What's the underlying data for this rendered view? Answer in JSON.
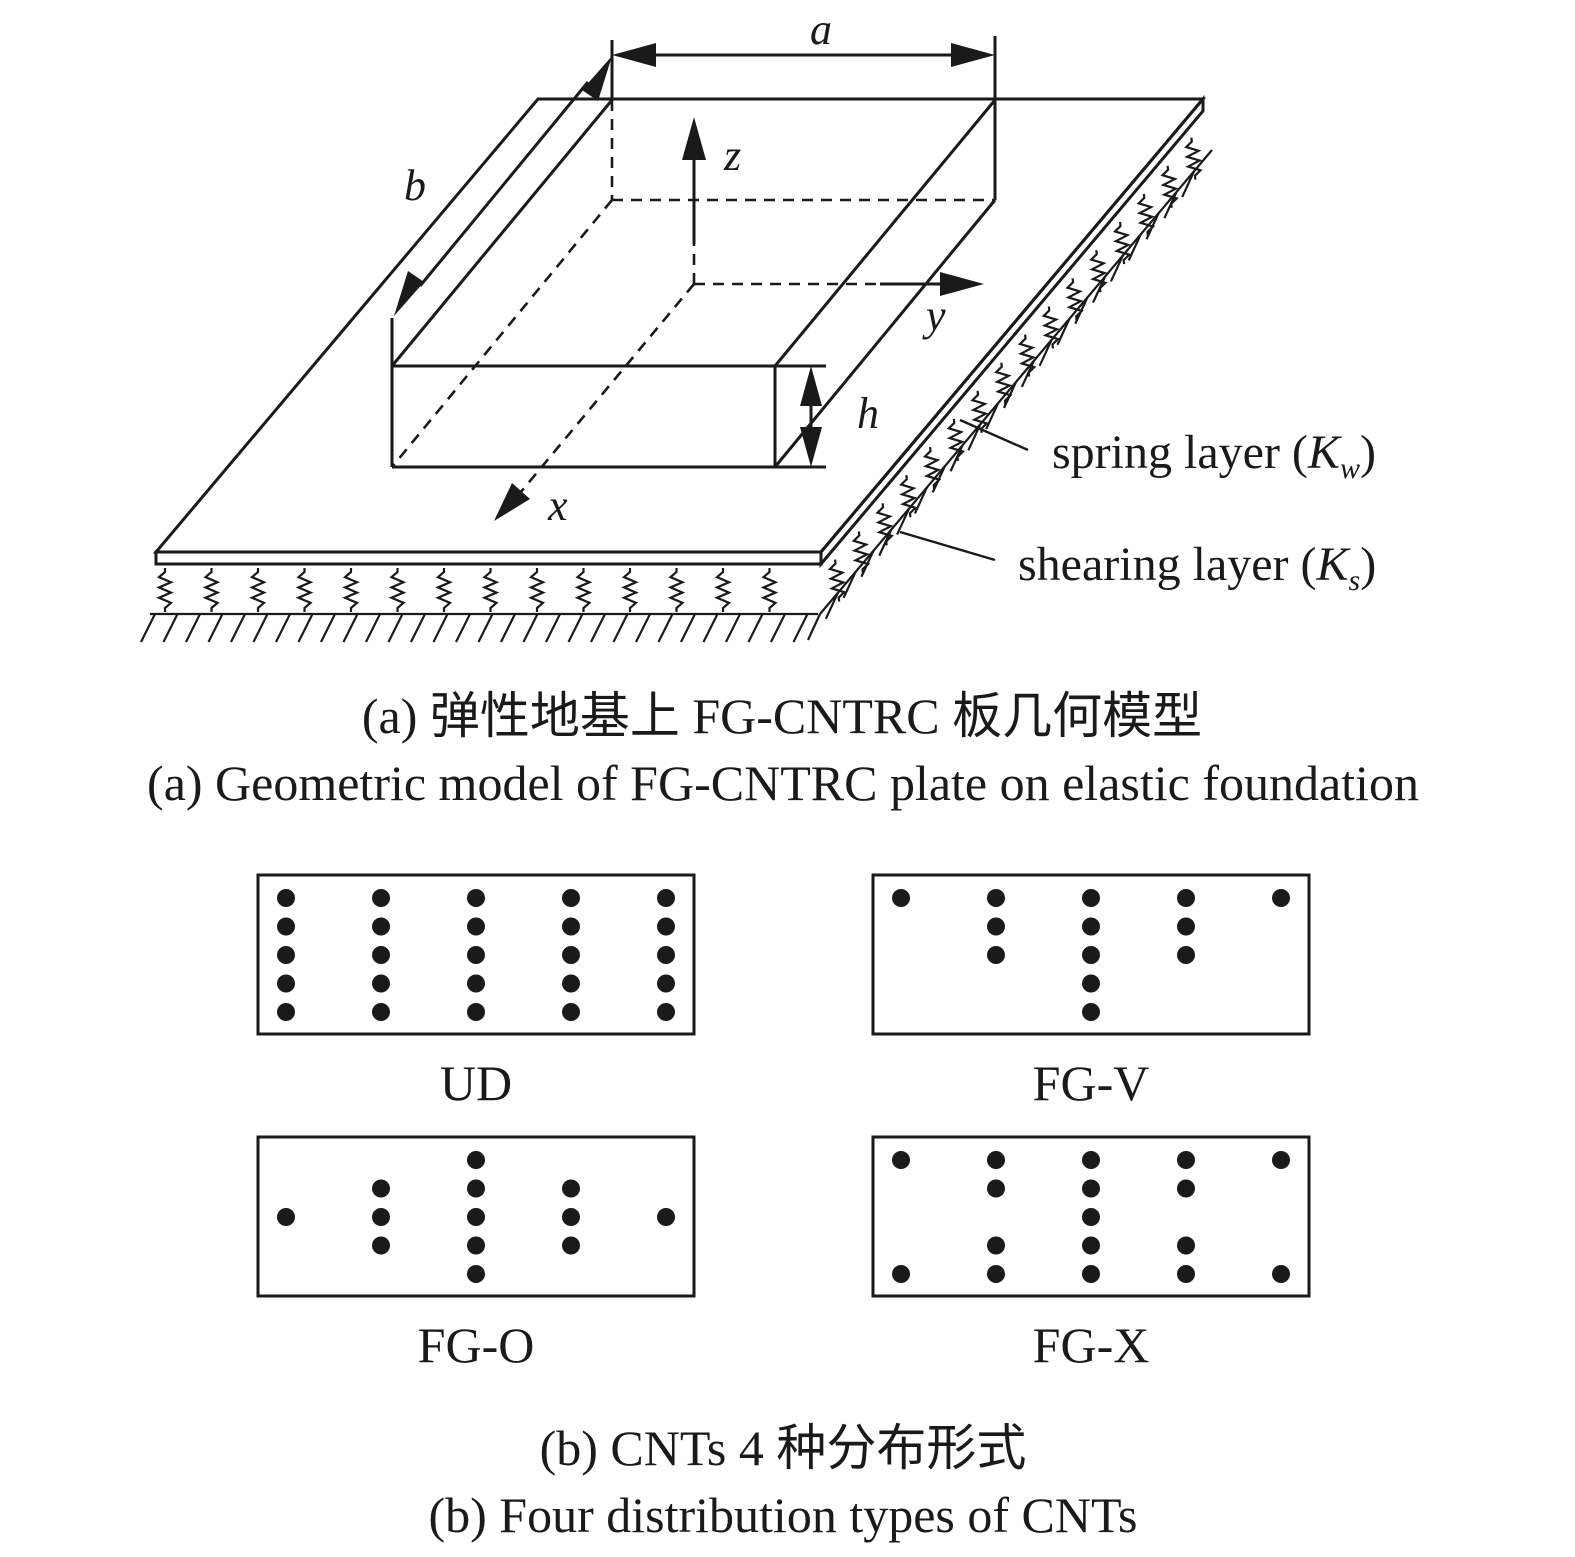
{
  "panel_a": {
    "dims": {
      "a": "a",
      "b": "b",
      "h": "h"
    },
    "axes": {
      "x": "x",
      "y": "y",
      "z": "z"
    },
    "spring_label": {
      "text": "spring layer (",
      "var": "K",
      "sub": "w",
      "close": ")"
    },
    "shear_label": {
      "text": "shearing layer (",
      "var": "K",
      "sub": "s",
      "close": ")"
    },
    "caption_cn": "(a) 弹性地基上 FG-CNTRC 板几何模型",
    "caption_en": "(a) Geometric model of FG-CNTRC plate on elastic foundation"
  },
  "panel_b": {
    "patterns": [
      {
        "label": "UD",
        "columns": [
          [
            1,
            1,
            1,
            1,
            1
          ],
          [
            1,
            1,
            1,
            1,
            1
          ],
          [
            1,
            1,
            1,
            1,
            1
          ],
          [
            1,
            1,
            1,
            1,
            1
          ],
          [
            1,
            1,
            1,
            1,
            1
          ]
        ]
      },
      {
        "label": "FG-V",
        "columns": [
          [
            1,
            0,
            0,
            0,
            0
          ],
          [
            1,
            1,
            1,
            0,
            0
          ],
          [
            1,
            1,
            1,
            1,
            1
          ],
          [
            1,
            1,
            1,
            0,
            0
          ],
          [
            1,
            0,
            0,
            0,
            0
          ]
        ]
      },
      {
        "label": "FG-O",
        "columns": [
          [
            0,
            0,
            1,
            0,
            0
          ],
          [
            0,
            1,
            1,
            1,
            0
          ],
          [
            1,
            1,
            1,
            1,
            1
          ],
          [
            0,
            1,
            1,
            1,
            0
          ],
          [
            0,
            0,
            1,
            0,
            0
          ]
        ]
      },
      {
        "label": "FG-X",
        "columns": [
          [
            1,
            0,
            0,
            0,
            1
          ],
          [
            1,
            1,
            0,
            1,
            1
          ],
          [
            1,
            1,
            1,
            1,
            1
          ],
          [
            1,
            1,
            0,
            1,
            1
          ],
          [
            1,
            0,
            0,
            0,
            1
          ]
        ]
      }
    ],
    "caption_cn": "(b) CNTs 4 种分布形式",
    "caption_en": "(b) Four distribution types of CNTs"
  }
}
